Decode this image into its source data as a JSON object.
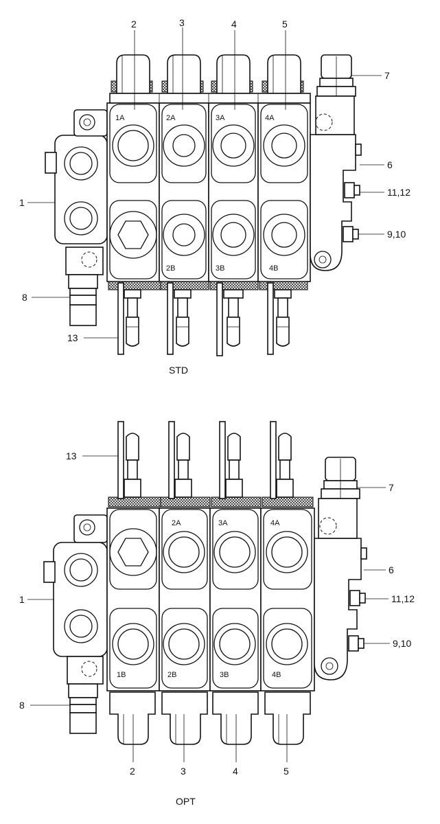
{
  "diagrams": [
    {
      "caption": "STD",
      "callouts": [
        "1",
        "2",
        "3",
        "4",
        "5",
        "6",
        "7",
        "8",
        "9,10",
        "11,12",
        "13"
      ],
      "port_labels": [
        "1A",
        "2A",
        "3A",
        "4A",
        "2B",
        "3B",
        "4B"
      ]
    },
    {
      "caption": "OPT",
      "callouts": [
        "1",
        "2",
        "3",
        "4",
        "5",
        "6",
        "7",
        "8",
        "9,10",
        "11,12",
        "13"
      ],
      "port_labels": [
        "2A",
        "3A",
        "4A",
        "1B",
        "2B",
        "3B",
        "4B"
      ]
    }
  ]
}
